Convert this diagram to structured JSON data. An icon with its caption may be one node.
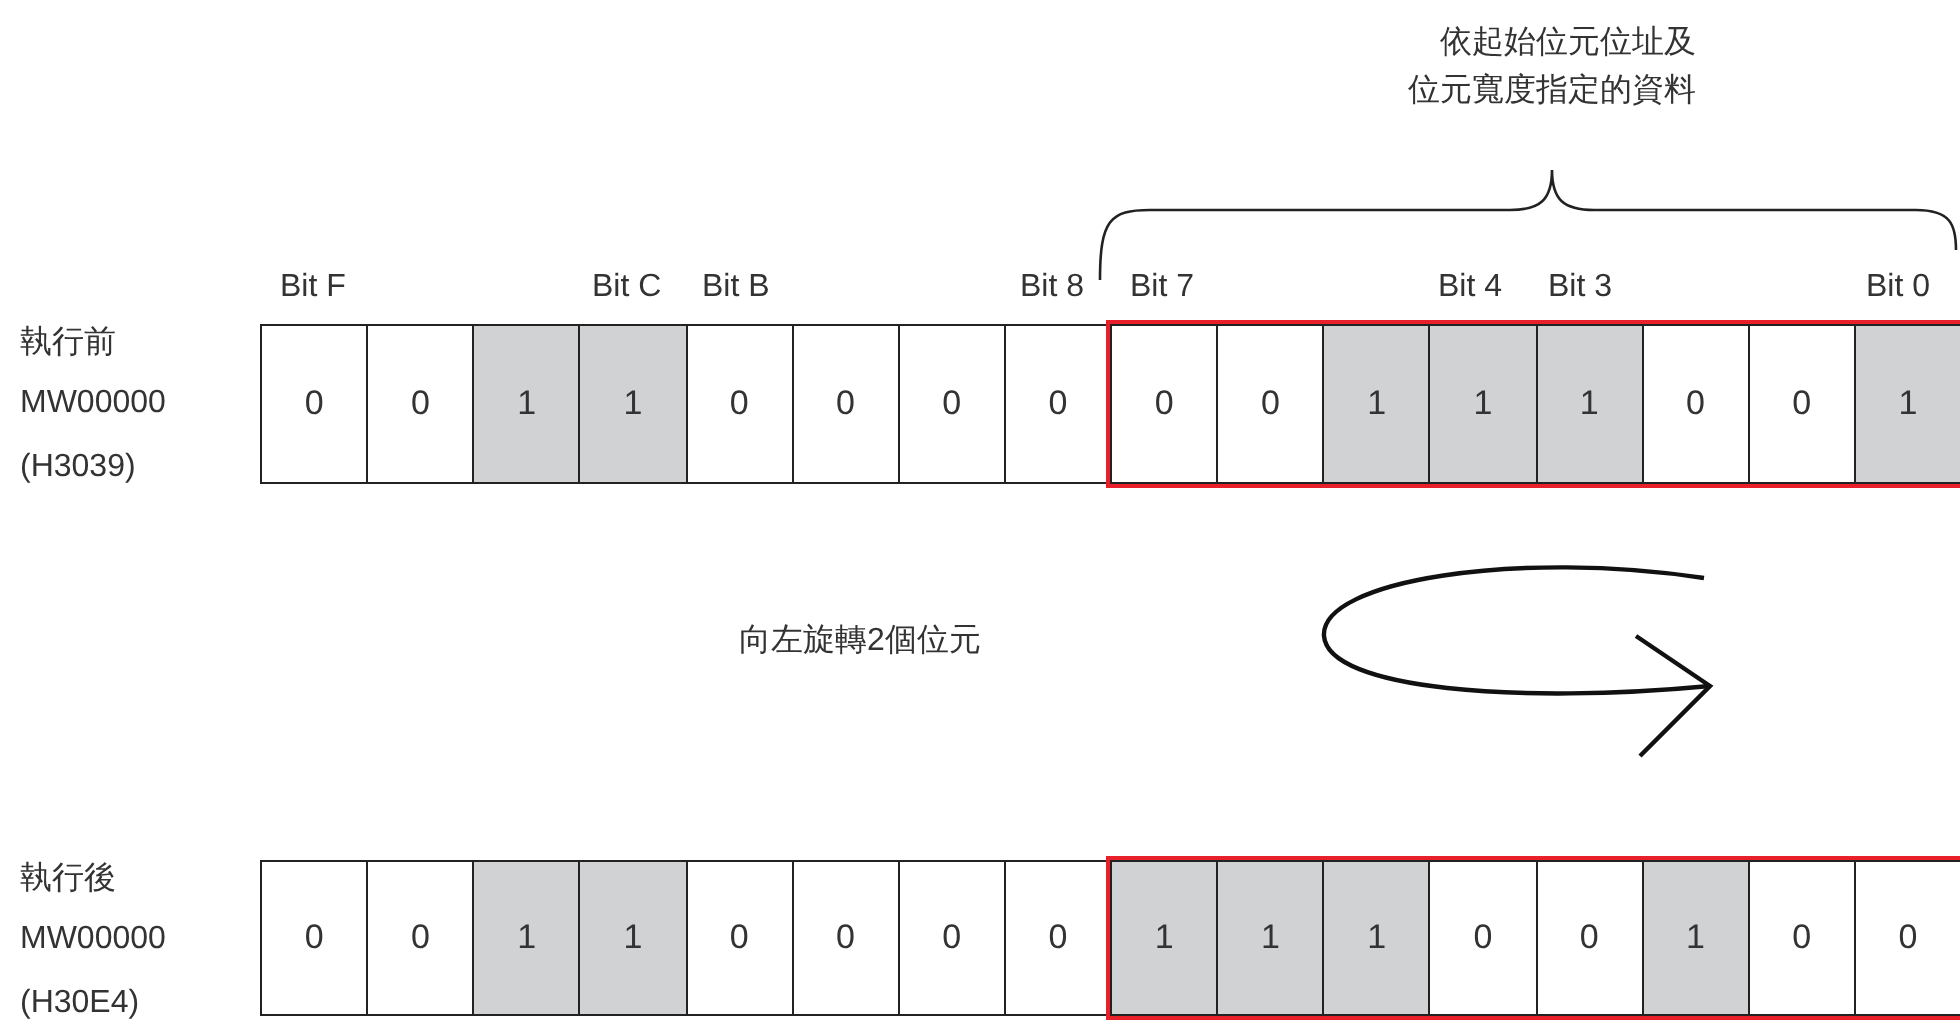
{
  "diagram": {
    "nodes": [
      {
        "text": [
          "0"
        ]
      },
      {
        "text": [
          "0"
        ]
      },
      {
        "text": [
          "1"
        ]
      },
      {
        "text": [
          "1"
        ]
      },
      {
        "text": [
          "0"
        ]
      },
      {
        "text": [
          "0"
        ]
      },
      {
        "text": [
          "0"
        ]
      },
      {
        "text": [
          "0"
        ]
      },
      {
        "text": [],
        "shape": "box"
      },
      {
        "text": [
          "0"
        ],
        "in": 8
      },
      {
        "text": [
          "0"
        ],
        "in": 8
      },
      {
        "text": [
          "1"
        ],
        "in": 8
      },
      {
        "text": [
          "1"
        ],
        "in": 8
      },
      {
        "text": [
          "1"
        ],
        "in": 8
      },
      {
        "text": [
          "0"
        ],
        "in": 8
      },
      {
        "text": [
          "0"
        ],
        "in": 8
      },
      {
        "text": [
          "1"
        ],
        "in": 8
      },
      {
        "text": [
          "0"
        ]
      },
      {
        "text": [
          "0"
        ]
      },
      {
        "text": [
          "1"
        ]
      },
      {
        "text": [
          "1"
        ]
      },
      {
        "text": [
          "0"
        ]
      },
      {
        "text": [
          "0"
        ]
      },
      {
        "text": [
          "0"
        ]
      },
      {
        "text": [
          "0"
        ]
      },
      {
        "text": [],
        "shape": "box"
      },
      {
        "text": [
          "1"
        ],
        "in": 25
      },
      {
        "text": [
          "1"
        ],
        "in": 25
      },
      {
        "text": [
          "1"
        ],
        "in": 25
      },
      {
        "text": [
          "0"
        ],
        "in": 25
      },
      {
        "text": [
          "0"
        ],
        "in": 25
      },
      {
        "text": [
          "1"
        ],
        "in": 25
      },
      {
        "text": [
          "0"
        ],
        "in": 25
      },
      {
        "text": [
          "0"
        ],
        "in": 25
      }
    ],
    "labels": [
      "依起始位元位址及位元寬度指定的資料",
      "Bit F",
      "Bit C",
      "Bit B",
      "Bit 8",
      "Bit 7",
      "Bit 4",
      "Bit 3",
      "Bit 0",
      "執行前",
      "MW00000",
      "(H3039)",
      "向左旋轉2個位元",
      "執行後",
      "MW00000",
      "(H30E4)"
    ]
  }
}
